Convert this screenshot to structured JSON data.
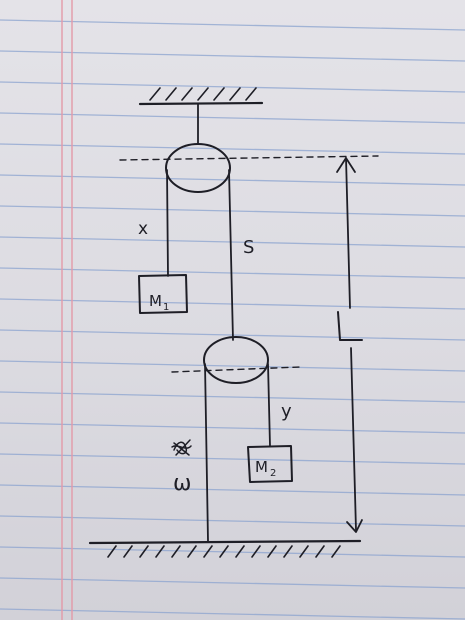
{
  "paper": {
    "rule_color": "#8ba3cf",
    "margin_color": "#e39aa8",
    "background": "#e0dfe5"
  },
  "ink_color": "#1e1e26",
  "labels": {
    "x": "x",
    "s": "S",
    "l": "L",
    "y": "y",
    "w": "ω",
    "m1": "M",
    "m1_sub": "1",
    "m2": "M",
    "m2_sub": "2"
  }
}
